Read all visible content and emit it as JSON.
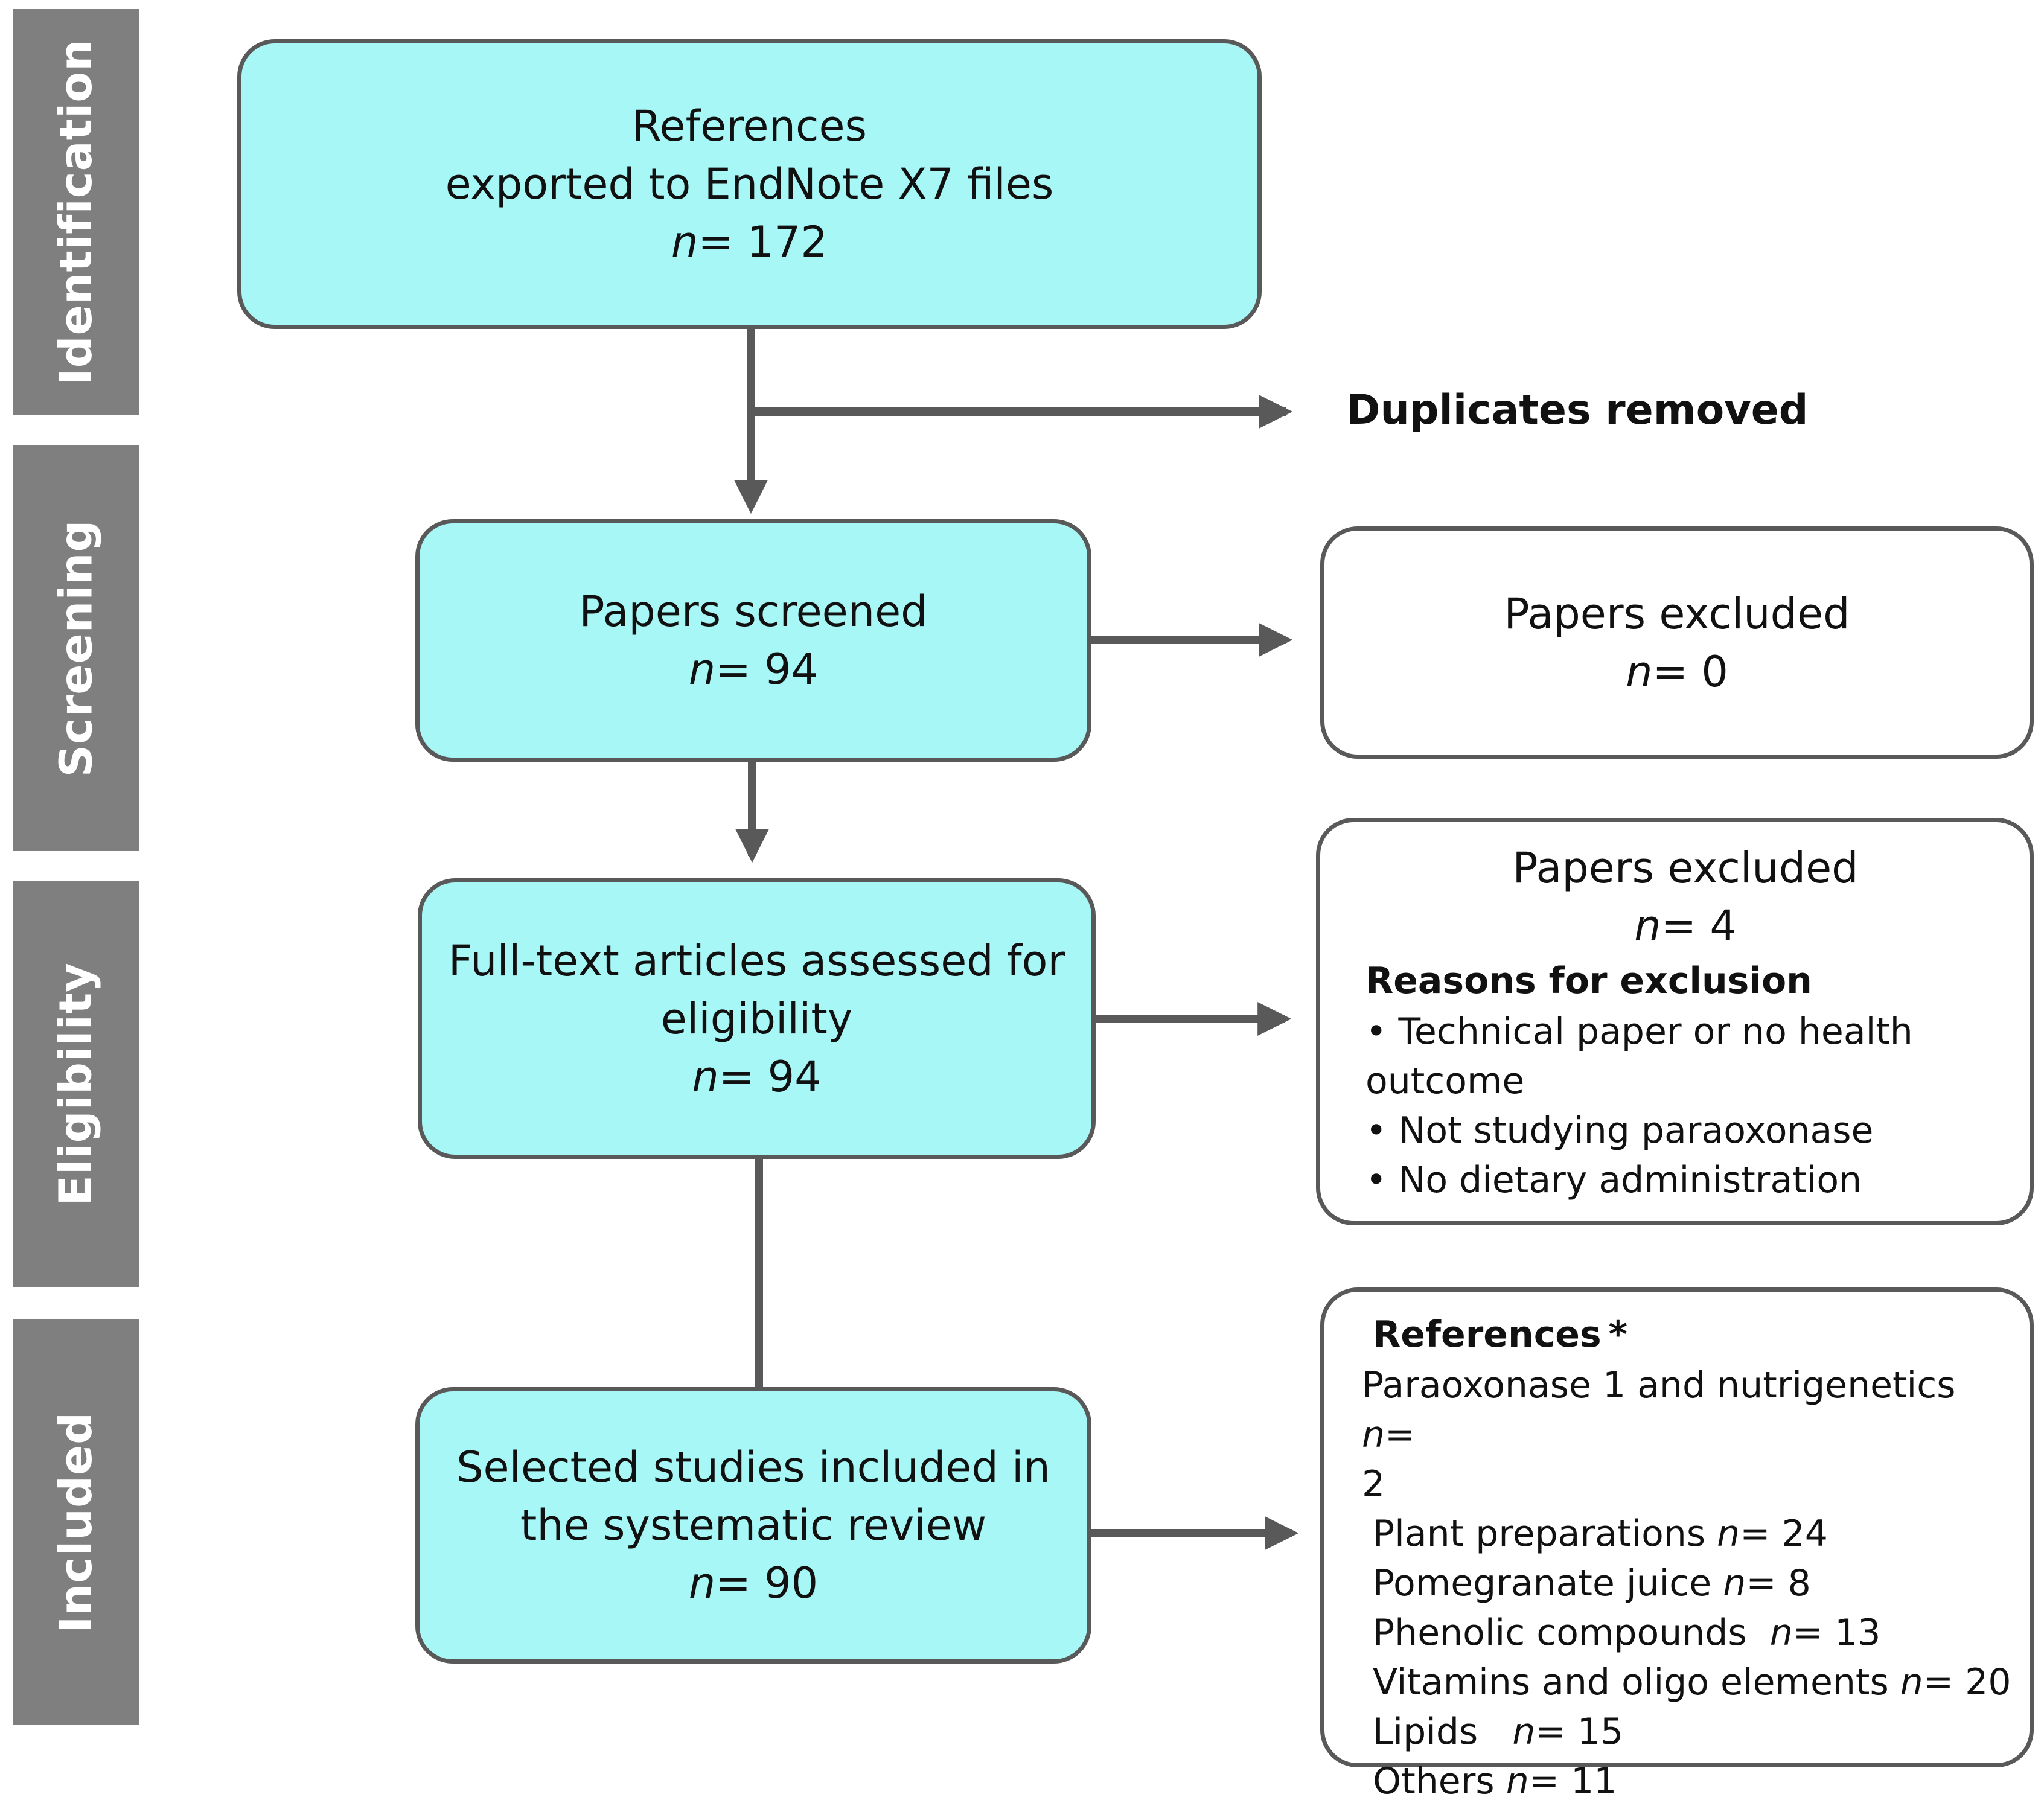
{
  "stages": {
    "identification": "Identification",
    "screening": "Screening",
    "eligibility": "Eligibility",
    "included": "Included"
  },
  "references_box": {
    "line1": "References",
    "line2": "exported to EndNote X7 files",
    "n_prefix": "n",
    "n_value": "= 172"
  },
  "duplicates_label": "Duplicates removed",
  "screened_box": {
    "line1": "Papers screened",
    "n_prefix": "n",
    "n_value": "= 94"
  },
  "excluded_screen_box": {
    "line1": "Papers excluded",
    "n_prefix": "n",
    "n_value": "= 0"
  },
  "fulltext_box": {
    "line1": "Full-text articles assessed for",
    "line2": "eligibility",
    "n_prefix": "n",
    "n_value": "= 94"
  },
  "excluded_elig_box": {
    "line1": "Papers excluded",
    "n_prefix": "n",
    "n_value": "= 4",
    "reasons_title": "Reasons for exclusion",
    "reasons": [
      "• Technical paper or no health",
      "outcome",
      "• Not studying paraoxonase",
      "•  No dietary administration"
    ]
  },
  "included_box": {
    "line1": "Selected studies included in",
    "line2": "the systematic review",
    "n_prefix": "n",
    "n_value": "= 90"
  },
  "references_breakdown": {
    "title": "References",
    "star": "*",
    "items": [
      {
        "label": "Paraoxonase 1 and nutrigenetics ",
        "n_prefix": "n",
        "n_value": "="
      },
      {
        "label": "2",
        "n_prefix": "",
        "n_value": ""
      },
      {
        "label": "Plant preparations ",
        "n_prefix": "n",
        "n_value": "= 24"
      },
      {
        "label": "Pomegranate juice ",
        "n_prefix": "n",
        "n_value": "= 8"
      },
      {
        "label": "Phenolic compounds  ",
        "n_prefix": "n",
        "n_value": "= 13"
      },
      {
        "label": "Vitamins and oligo elements ",
        "n_prefix": "n",
        "n_value": "= 20"
      },
      {
        "label": "Lipids   ",
        "n_prefix": "n",
        "n_value": "= 15"
      },
      {
        "label": "Others ",
        "n_prefix": "n",
        "n_value": "= 11"
      }
    ]
  },
  "colors": {
    "box_fill": "#a8f7f7",
    "stage_bar": "#7f7f7f",
    "line": "#595959"
  }
}
